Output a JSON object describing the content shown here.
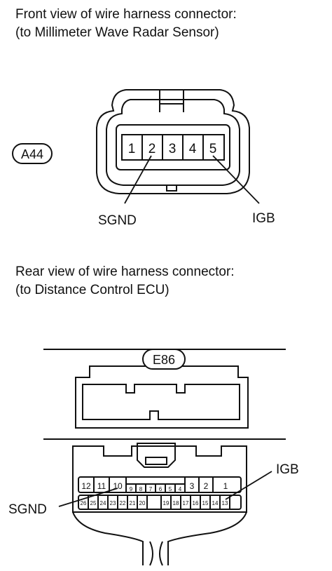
{
  "section_a44": {
    "caption_line1": "Front view of wire harness connector:",
    "caption_line2": "(to Millimeter Wave Radar Sensor)",
    "connector_code": "A44",
    "pins": [
      "1",
      "2",
      "3",
      "4",
      "5"
    ],
    "labels": {
      "sgnd": "SGND",
      "igb": "IGB"
    }
  },
  "section_e86": {
    "caption_line1": "Rear view of wire harness connector:",
    "caption_line2": "(to Distance Control ECU)",
    "connector_code": "E86",
    "top_row_left": [
      "12",
      "11",
      "10"
    ],
    "top_row_middle": [
      "9",
      "8",
      "7",
      "6",
      "5",
      "4"
    ],
    "top_row_right": [
      "3",
      "2",
      "1"
    ],
    "bottom_row_left": [
      "26",
      "25",
      "24",
      "23",
      "22",
      "21",
      "20"
    ],
    "bottom_row_right": [
      "19",
      "18",
      "17",
      "16",
      "15",
      "14",
      "13"
    ],
    "labels": {
      "sgnd": "SGND",
      "igb": "IGB"
    }
  }
}
